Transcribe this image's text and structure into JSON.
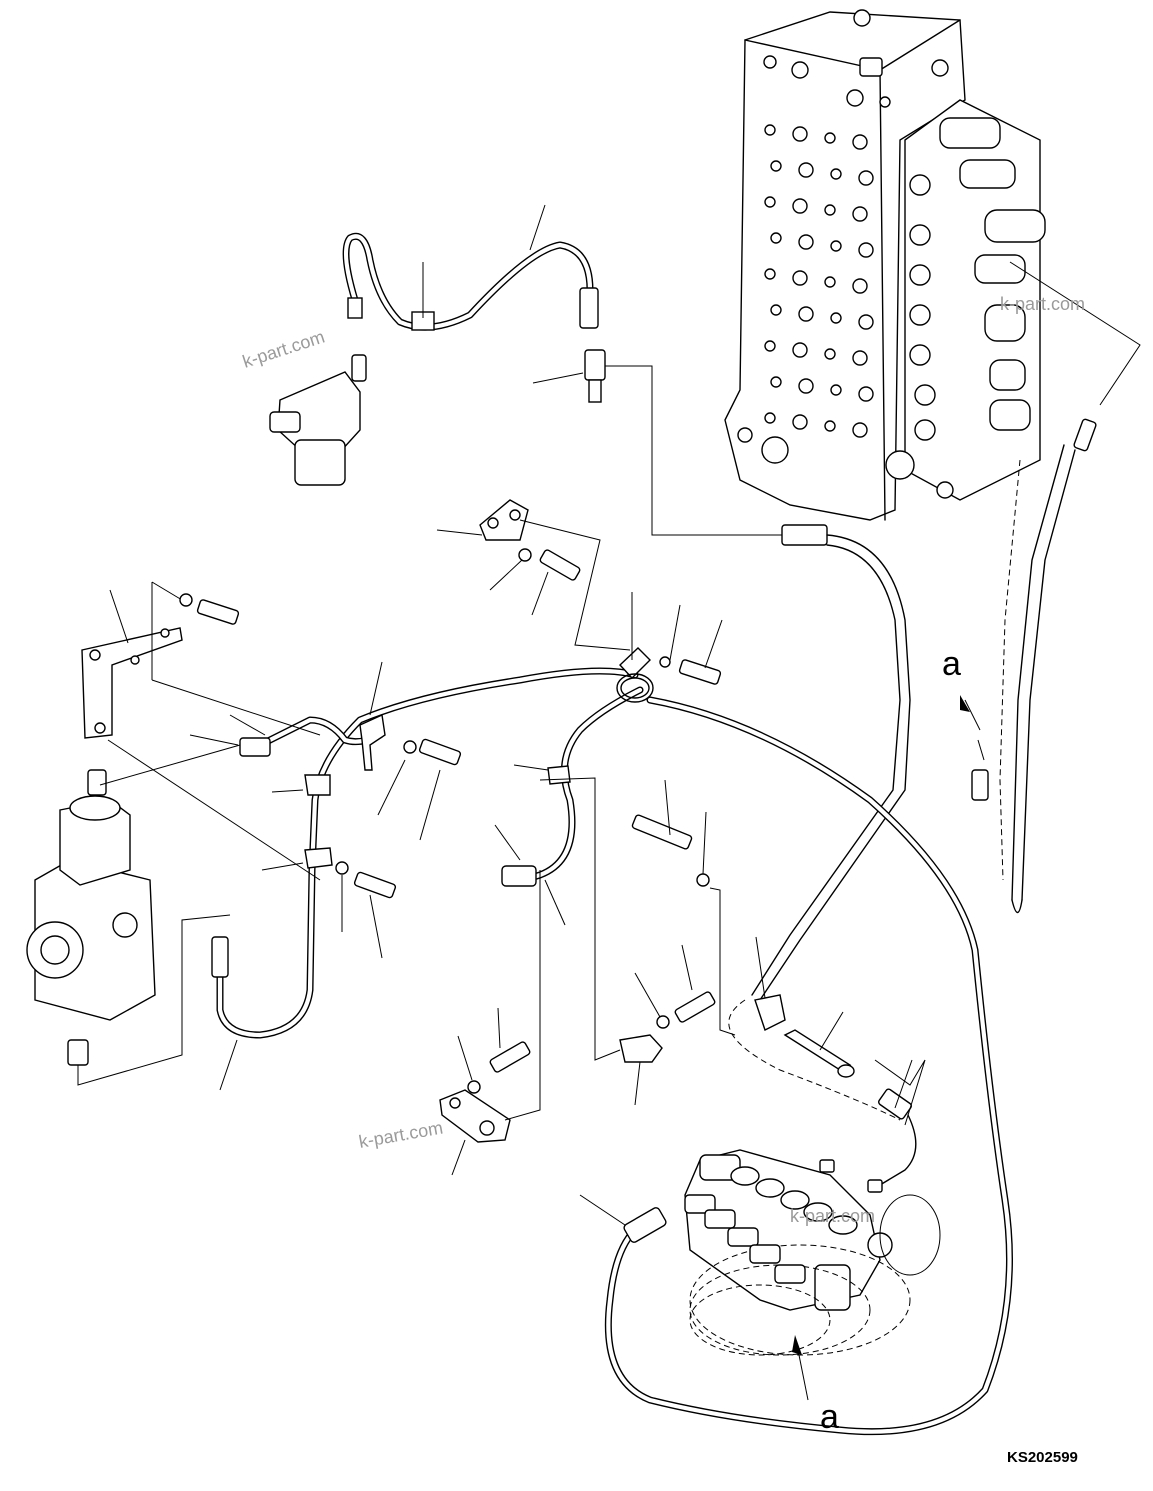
{
  "drawing_code": "KS202599",
  "view_markers": [
    "a",
    "a"
  ],
  "watermarks": [
    "k-part.com",
    "k-part.com",
    "k-part.com",
    "k-part.com"
  ]
}
